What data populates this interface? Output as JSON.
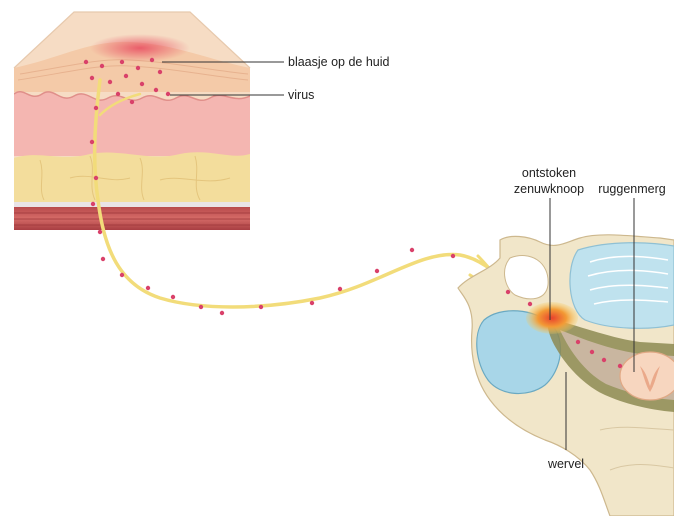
{
  "labels": {
    "blister": "blaasje op de huid",
    "virus": "virus",
    "ganglion_line1": "ontstoken",
    "ganglion_line2": "zenuwknoop",
    "spinal_cord": "ruggenmerg",
    "vertebra": "wervel"
  },
  "colors": {
    "nerve": "#f2dc7a",
    "virus_dot": "#d9416a",
    "inflammation": "#f39a35",
    "bone": "#f1e6c9",
    "disc": "#a8d6e8",
    "skin_pink": "#f4b6b1",
    "fat": "#f3dd9c",
    "muscle": "#c8595a"
  }
}
